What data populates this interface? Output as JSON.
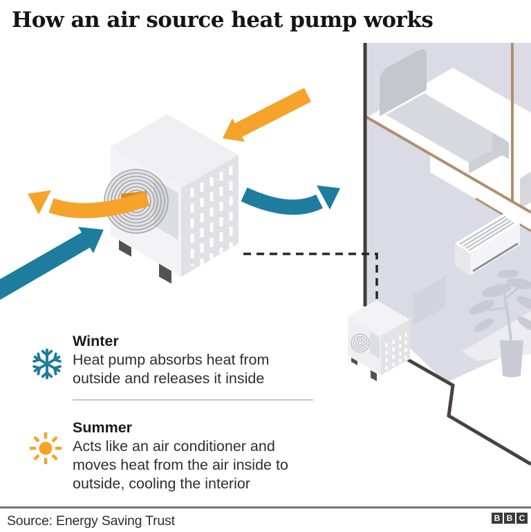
{
  "title": "How an air source heat pump works",
  "seasons": [
    {
      "name": "Winter",
      "description": "Heat pump absorbs heat from outside and releases it inside",
      "icon": "snowflake-icon",
      "icon_color": "#1d7c9c"
    },
    {
      "name": "Summer",
      "description": "Acts like an air conditioner and moves heat from the air inside to outside, cooling the interior",
      "icon": "sun-icon",
      "icon_color": "#f5a32a"
    }
  ],
  "footer": {
    "source": "Source: Energy Saving Trust",
    "logo": {
      "letters": [
        "B",
        "B",
        "C"
      ]
    }
  },
  "colors": {
    "warm_arrow": "#f5a32a",
    "warm_arrow_shaded": "#d68c1e",
    "cool_arrow": "#1e7d9e",
    "wall_lavender": "#dadbe4",
    "floor_wood_line": "#b28e6d",
    "cut_edge_dark": "#453e39",
    "unit_body": "#f3f3f5",
    "text_dark": "#1f1f1f"
  }
}
